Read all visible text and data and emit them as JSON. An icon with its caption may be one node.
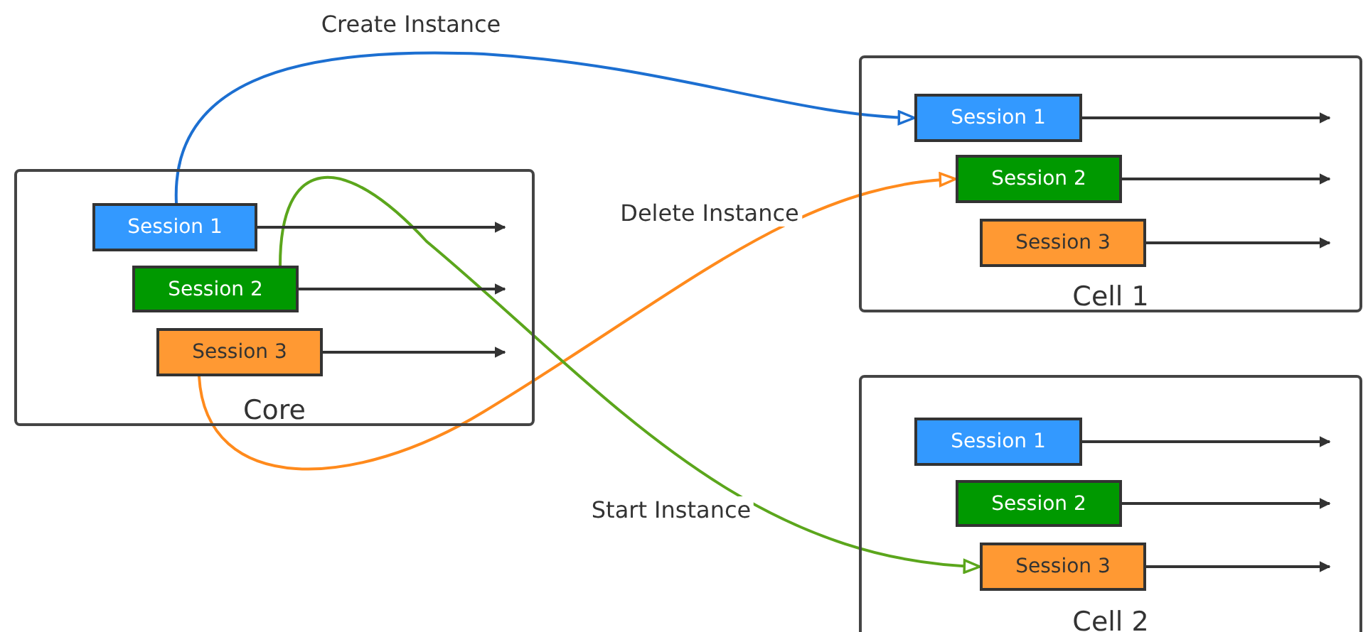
{
  "diagram": {
    "nodes": [
      {
        "text": [
          "Core"
        ]
      },
      {
        "text": [
          "Session 1"
        ],
        "in": 0
      },
      {
        "text": [
          "Session 2"
        ],
        "in": 0
      },
      {
        "text": [
          "Session 3"
        ],
        "in": 0
      },
      {
        "text": [
          "Cell 1"
        ]
      },
      {
        "text": [
          "Session 1"
        ],
        "in": 4
      },
      {
        "text": [
          "Session 2"
        ],
        "in": 4
      },
      {
        "text": [
          "Session 3"
        ],
        "in": 4
      },
      {
        "text": [
          "Cell 2"
        ]
      },
      {
        "text": [
          "Session 1"
        ],
        "in": 8
      },
      {
        "text": [
          "Session 2"
        ],
        "in": 8
      },
      {
        "text": [
          "Session 3"
        ],
        "in": 8
      }
    ],
    "edges": [
      {
        "from": 1,
        "to": 5,
        "arrow": "to",
        "label": "Create Instance",
        "color": "#1c6fd1"
      },
      {
        "from": 3,
        "to": 6,
        "arrow": "to",
        "label": "Delete Instance",
        "color": "#ff8a1c"
      },
      {
        "from": 2,
        "to": 11,
        "arrow": "to",
        "label": "Start Instance",
        "color": "#5ba61c"
      },
      {
        "from": 1,
        "to": null,
        "arrow": "to"
      },
      {
        "from": 2,
        "to": null,
        "arrow": "to"
      },
      {
        "from": 3,
        "to": null,
        "arrow": "to"
      },
      {
        "from": 5,
        "to": null,
        "arrow": "to"
      },
      {
        "from": 6,
        "to": null,
        "arrow": "to"
      },
      {
        "from": 7,
        "to": null,
        "arrow": "to"
      },
      {
        "from": 9,
        "to": null,
        "arrow": "to"
      },
      {
        "from": 10,
        "to": null,
        "arrow": "to"
      },
      {
        "from": 11,
        "to": null,
        "arrow": "to"
      }
    ]
  }
}
